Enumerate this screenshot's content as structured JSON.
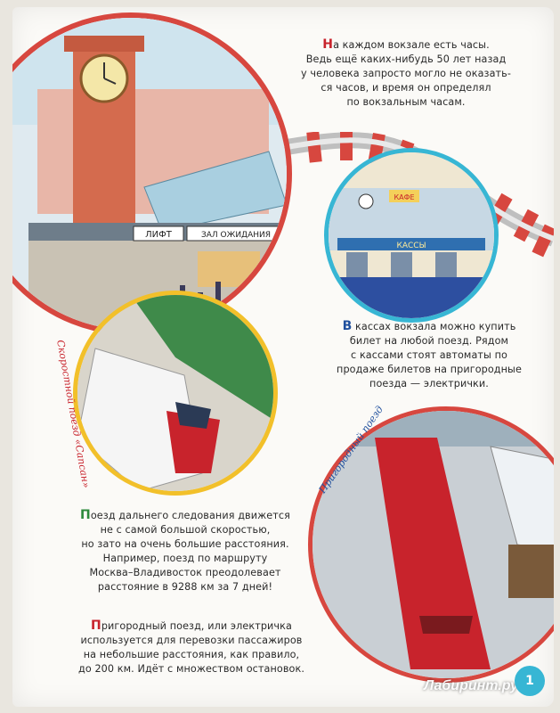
{
  "paragraphs": {
    "clock": {
      "first": "Н",
      "lines": [
        "а каждом вокзале есть часы.",
        "Ведь ещё каких-нибудь 50 лет назад",
        "у человека запросто могло не оказать-",
        "ся часов, и время он определял",
        "по вокзальным часам."
      ],
      "first_color": "#c8232c"
    },
    "tickets": {
      "first": "В",
      "lines": [
        " кассах вокзала можно купить",
        "билет на любой поезд. Рядом",
        "с кассами стоят автоматы по",
        "продаже билетов на пригородные",
        "поезда — электрички."
      ],
      "first_color": "#1f4f9d"
    },
    "longdistance": {
      "first": "П",
      "lines": [
        "оезд дальнего следования движется",
        "не с самой большой скоростью,",
        "но зато на очень большие расстояния.",
        "Например, поезд по маршруту",
        "Москва–Владивосток преодолевает",
        "расстояние в 9288 км за 7 дней!"
      ],
      "first_color": "#2d8a3c"
    },
    "suburban": {
      "first": "П",
      "lines": [
        "ригородный поезд, или электричка",
        "используется для перевозки пассажиров",
        "на небольшие расстояния, как правило,",
        "до 200 км. Идёт с множеством остановок."
      ],
      "first_color": "#c8232c"
    }
  },
  "signs": {
    "lift": "ЛИФТ",
    "waiting_room": "ЗАЛ ОЖИДАНИЯ",
    "cafe": "КАФЕ",
    "ticket_office": "КАССЫ"
  },
  "labels": {
    "sapsan": "Скоростной поезд «Сапсан»",
    "suburban": "Пригородный поезд"
  },
  "watermark": "Лабиринт.ру",
  "page_number": "1",
  "colors": {
    "red": "#c8232c",
    "blue": "#1f4f9d",
    "green": "#2d8a3c",
    "rail_red": "#d7473f"
  }
}
